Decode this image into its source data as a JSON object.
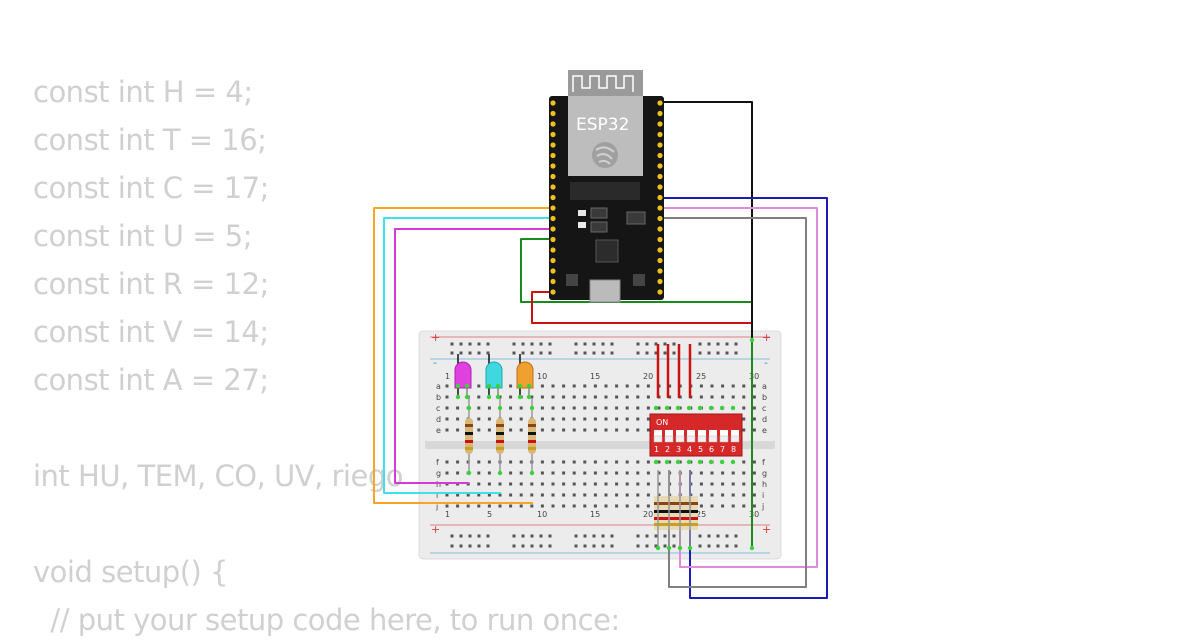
{
  "code": {
    "lines": [
      "const int H = 4;",
      "const int T = 16;",
      "const int C = 17;",
      "const int U = 5;",
      "const int R = 12;",
      "const int V = 14;",
      "const int A = 27;",
      "",
      "int HU, TEM, CO, UV, riego",
      "",
      "void setup() {",
      "  // put your setup code here, to run once:"
    ]
  },
  "circuit": {
    "board_label": "ESP32",
    "breadboard": {
      "col_numbers": [
        "1",
        "5",
        "10",
        "15",
        "20",
        "25",
        "30"
      ],
      "row_letters_top": [
        "a",
        "b",
        "c",
        "d",
        "e"
      ],
      "row_letters_bottom": [
        "f",
        "g",
        "h",
        "i",
        "j"
      ],
      "rail_plus": "+",
      "rail_minus": "-"
    },
    "dip_switch": {
      "on_label": "ON",
      "numbers": [
        "1",
        "2",
        "3",
        "4",
        "5",
        "6",
        "7",
        "8"
      ]
    },
    "leds": [
      {
        "name": "magenta",
        "color": "#e040e0"
      },
      {
        "name": "cyan",
        "color": "#40d8e0"
      },
      {
        "name": "orange",
        "color": "#f0a030"
      }
    ],
    "wire_colors": {
      "orange": "#f5a623",
      "cyan": "#3fe0e8",
      "magenta": "#d63ad6",
      "green": "#1a8a1a",
      "red": "#cc1111",
      "black": "#111111",
      "blue": "#1a1ab8",
      "violet": "#e08ae0",
      "gray": "#808080"
    }
  }
}
